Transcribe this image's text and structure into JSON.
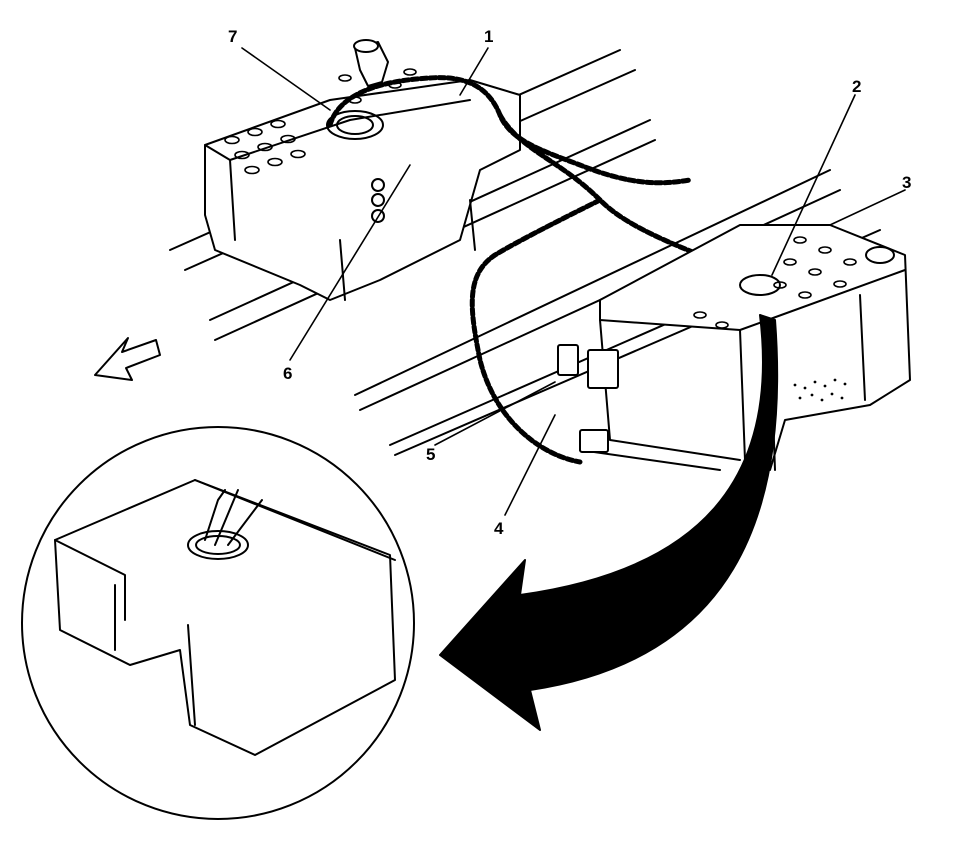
{
  "diagram": {
    "callouts": [
      {
        "id": "c1",
        "label": "1"
      },
      {
        "id": "c2",
        "label": "2"
      },
      {
        "id": "c3",
        "label": "3"
      },
      {
        "id": "c4",
        "label": "4"
      },
      {
        "id": "c5",
        "label": "5"
      },
      {
        "id": "c6",
        "label": "6"
      },
      {
        "id": "c7",
        "label": "7"
      }
    ],
    "colors": {
      "line": "#000000",
      "fill": "#ffffff",
      "arrow": "#000000"
    }
  }
}
